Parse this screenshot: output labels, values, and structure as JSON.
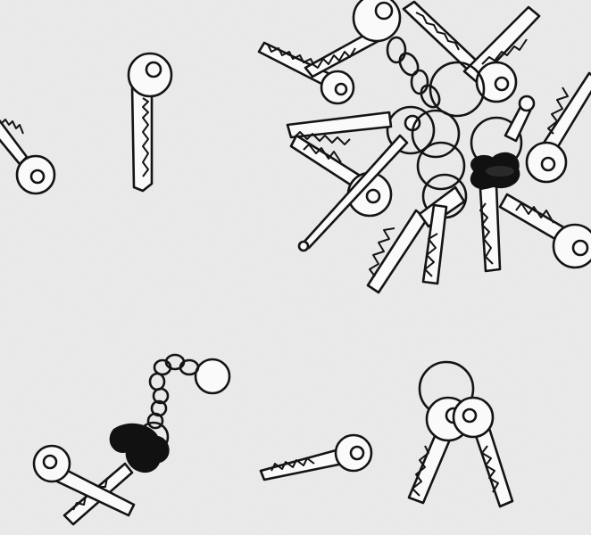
{
  "image": {
    "subject": "keys",
    "style": "black-and-white line illustration",
    "colors": {
      "background": "#ebebeb",
      "line": "#141414",
      "key_fill": "#fafafa",
      "dark_fob": "#111111"
    },
    "objects": [
      "single-key-left-edge",
      "single-key-top-left",
      "large-keyring-cluster",
      "chain-keychain-with-fob",
      "single-key-bottom-center",
      "keyring-pair-bottom-right"
    ]
  }
}
